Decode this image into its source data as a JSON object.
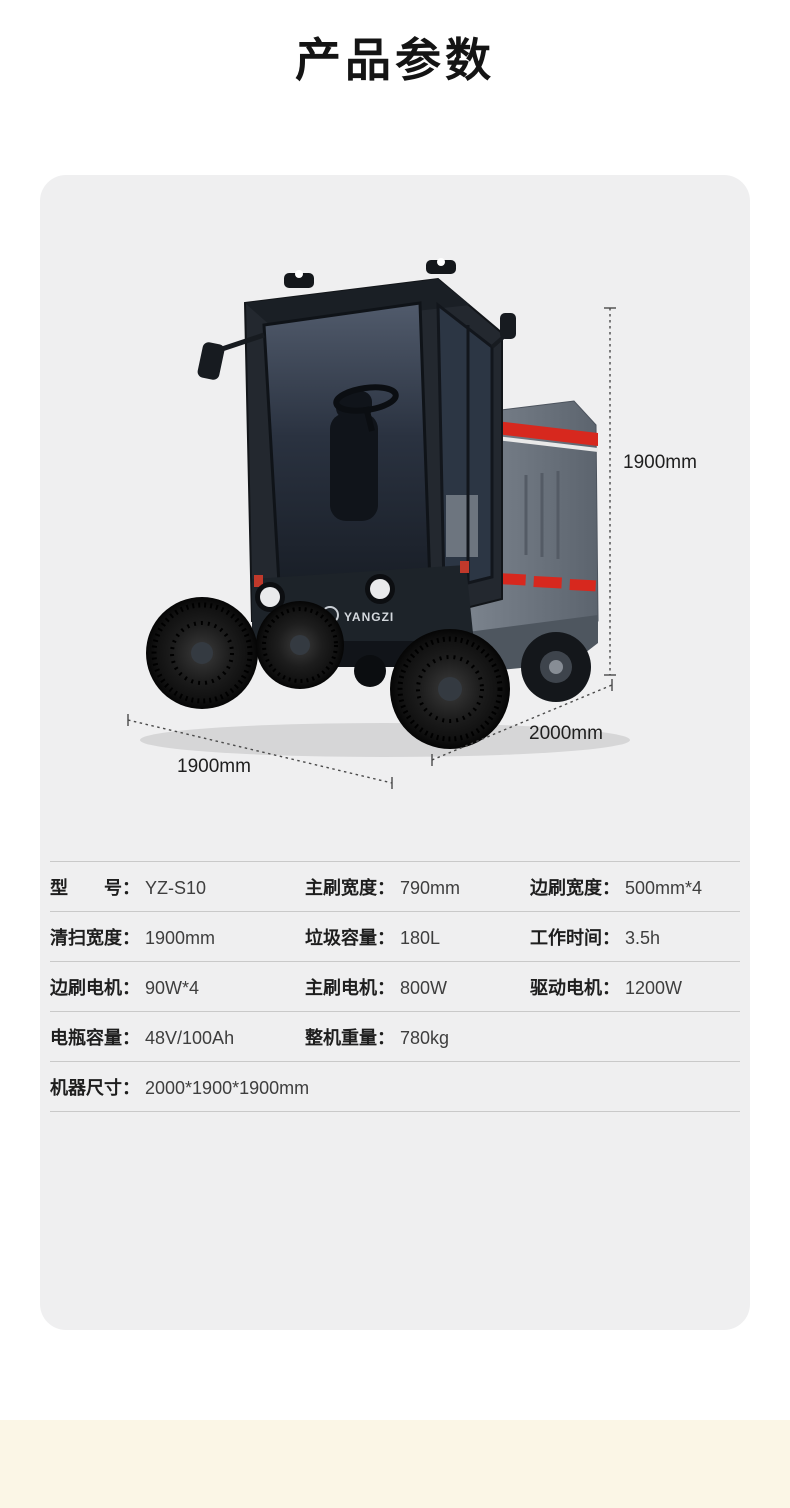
{
  "page": {
    "title": "产品参数"
  },
  "figure": {
    "brand": "YANGZI",
    "dim_height": "1900mm",
    "dim_length": "2000mm",
    "dim_width": "1900mm"
  },
  "specs": {
    "rows": [
      {
        "cells": [
          {
            "label": "型　　号：",
            "value": "YZ-S10"
          },
          {
            "label": "主刷宽度：",
            "value": "790mm"
          },
          {
            "label": "边刷宽度：",
            "value": "500mm*4"
          }
        ]
      },
      {
        "cells": [
          {
            "label": "清扫宽度：",
            "value": "1900mm"
          },
          {
            "label": "垃圾容量：",
            "value": "180L"
          },
          {
            "label": "工作时间：",
            "value": "3.5h"
          }
        ]
      },
      {
        "cells": [
          {
            "label": "边刷电机：",
            "value": "90W*4"
          },
          {
            "label": "主刷电机：",
            "value": "800W"
          },
          {
            "label": "驱动电机：",
            "value": "1200W"
          }
        ]
      },
      {
        "cells": [
          {
            "label": "电瓶容量：",
            "value": "48V/100Ah"
          },
          {
            "label": "整机重量：",
            "value": "780kg"
          }
        ]
      },
      {
        "cells": [
          {
            "label": "机器尺寸：",
            "value": "2000*1900*1900mm"
          }
        ]
      }
    ]
  },
  "colors": {
    "accent_red": "#d7281e",
    "card_bg": "#efeff0",
    "footer_band": "#fbf6e6",
    "table_line": "#c9c9c9",
    "machine_dark": "#23282f",
    "machine_gray": "#6d7580"
  }
}
